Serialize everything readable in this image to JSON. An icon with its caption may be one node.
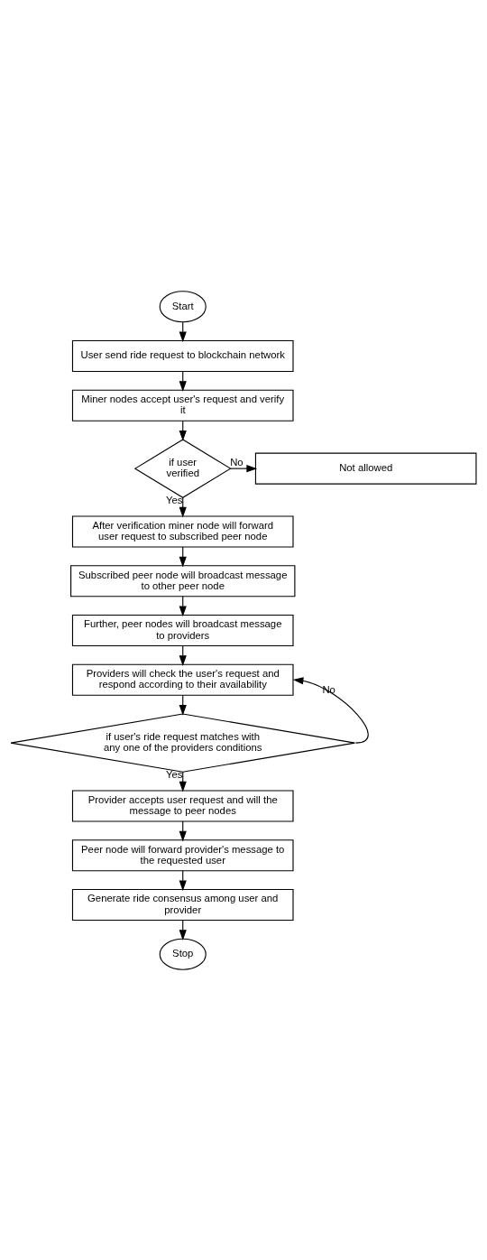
{
  "diagram": {
    "nodes": [
      {
        "text": [
          "Start"
        ]
      },
      {
        "text": [
          "User send ride request to blockchain network"
        ]
      },
      {
        "text": [
          "Miner nodes accept user's request and verify it"
        ]
      },
      {
        "text": [
          "if user verified"
        ]
      },
      {
        "text": [
          "Not allowed"
        ]
      },
      {
        "text": [
          "After verification miner node will forward user request to subscribed peer node"
        ]
      },
      {
        "text": [
          "Subscribed peer node will broadcast message to other peer node"
        ]
      },
      {
        "text": [
          "Further, peer nodes will broadcast message to providers"
        ]
      },
      {
        "text": [
          "Providers will check the user's request and respond according to their availability"
        ]
      },
      {
        "text": [
          "if user's ride request matches with any one of the providers conditions"
        ]
      },
      {
        "text": [
          "Provider accepts user request and will the message to peer nodes"
        ]
      },
      {
        "text": [
          "Peer node will forward provider's message to the requested user"
        ]
      },
      {
        "text": [
          "Generate ride consensus among user and provider"
        ]
      },
      {
        "text": [
          "Stop"
        ]
      }
    ],
    "edges": [
      {
        "from": 0,
        "to": 1,
        "arrow": "to"
      },
      {
        "from": 1,
        "to": 2,
        "arrow": "to"
      },
      {
        "from": 2,
        "to": 3,
        "arrow": "to"
      },
      {
        "from": 3,
        "to": 4,
        "arrow": "to",
        "label": "No"
      },
      {
        "from": 3,
        "to": 5,
        "arrow": "to",
        "label": "Yes"
      },
      {
        "from": 5,
        "to": 6,
        "arrow": "to"
      },
      {
        "from": 6,
        "to": 7,
        "arrow": "to"
      },
      {
        "from": 7,
        "to": 8,
        "arrow": "to"
      },
      {
        "from": 8,
        "to": 9,
        "arrow": "to"
      },
      {
        "from": 9,
        "to": 8,
        "arrow": "to",
        "label": "No"
      },
      {
        "from": 9,
        "to": 10,
        "arrow": "to",
        "label": "Yes"
      },
      {
        "from": 10,
        "to": 11,
        "arrow": "to"
      },
      {
        "from": 11,
        "to": 12,
        "arrow": "to"
      },
      {
        "from": 12,
        "to": 13,
        "arrow": "to"
      }
    ]
  }
}
